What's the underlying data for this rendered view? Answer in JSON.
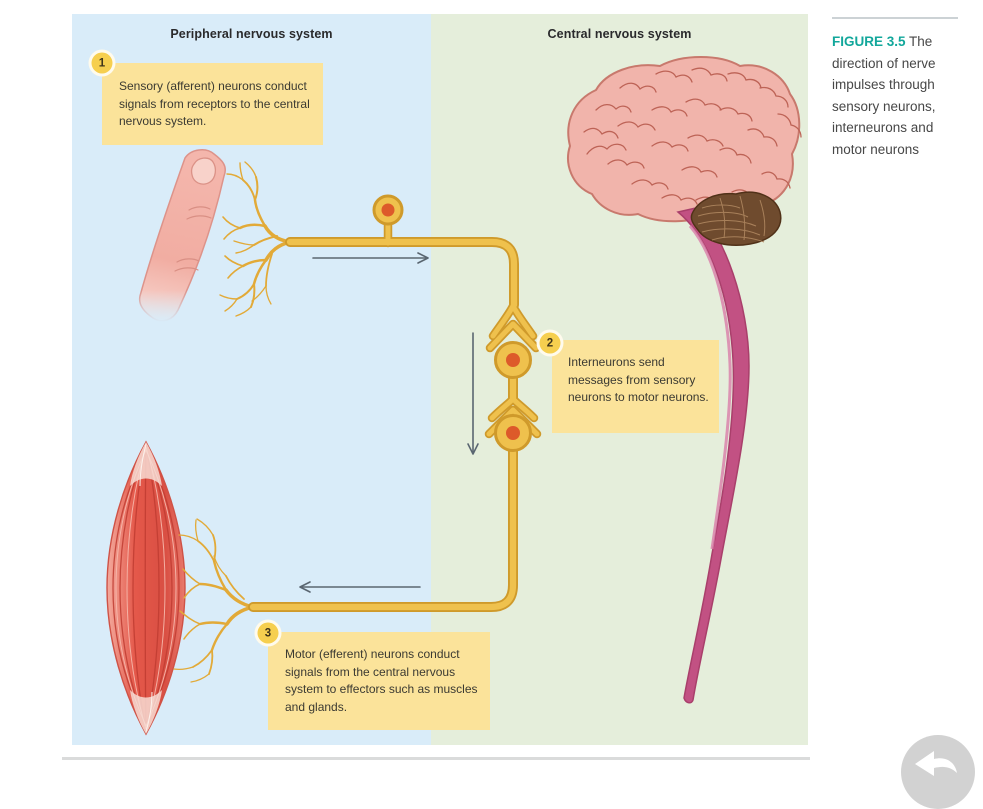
{
  "figure": {
    "panels": {
      "peripheral": {
        "header": "Peripheral nervous system"
      },
      "central": {
        "header": "Central nervous system"
      }
    },
    "callouts": [
      {
        "number": "1",
        "text": "Sensory (afferent) neurons conduct signals from receptors to the central nervous system."
      },
      {
        "number": "2",
        "text": "Interneurons send messages from sensory neurons to motor neurons."
      },
      {
        "number": "3",
        "text": "Motor (efferent) neurons conduct signals from the central nervous system to effectors such as muscles and glands."
      }
    ],
    "caption": {
      "label": "FIGURE 3.5",
      "text": "The direction of nerve impulses through sensory neurons, interneurons and motor neurons"
    },
    "colors": {
      "accent_teal": "#12a79b",
      "panel_blue": "#d9ecf9",
      "panel_green": "#e5eedb",
      "callout_yellow": "#fbe39a",
      "nerve_gold": "#efc14d",
      "soma_dot_orange": "#dd5a2a",
      "spinal_cord_magenta": "#c25183",
      "muscle_red": "#e2574a"
    }
  },
  "footer": {
    "next_icon": "next-arrow"
  }
}
